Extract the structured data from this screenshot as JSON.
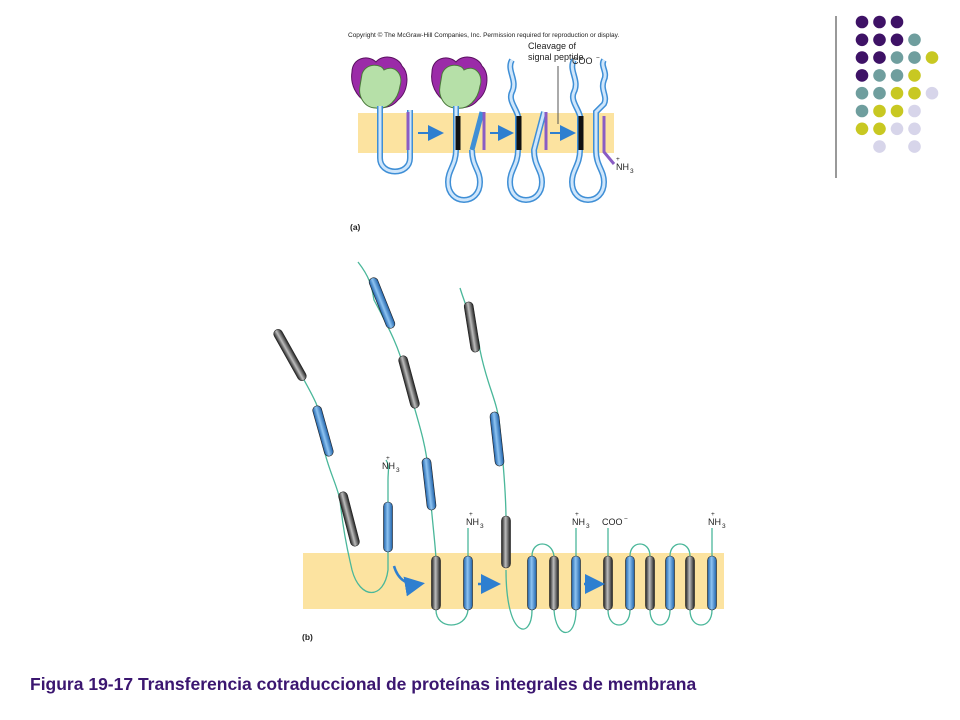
{
  "copyright": "Copyright © The McGraw-Hill Companies, Inc. Permission required for reproduction or display.",
  "panel_a": {
    "label": "(a)",
    "cleavage_line1": "Cleavage of",
    "cleavage_line2": "signal peptide",
    "coo": "COO",
    "coo_charge": "−",
    "nh3": "NH",
    "nh3_sub": "3",
    "plus": "+"
  },
  "panel_b": {
    "label": "(b)",
    "nh3": "NH",
    "nh3_sub": "3",
    "plus": "+",
    "coo": "COO",
    "coo_charge": "−"
  },
  "caption": "Figura 19-17 Transferencia cotraduccional de proteínas integrales de membrana",
  "colors": {
    "membrane": "#fce3a0",
    "dot_purple": "#3e1266",
    "dot_teal": "#6f9e9e",
    "dot_yellow": "#c8c822",
    "dot_lavender": "#d7d5ea",
    "caption": "#3b1670",
    "blue_helix": "#2e7fd0",
    "gray_helix": "#555555",
    "chain": "#4ab79a"
  }
}
